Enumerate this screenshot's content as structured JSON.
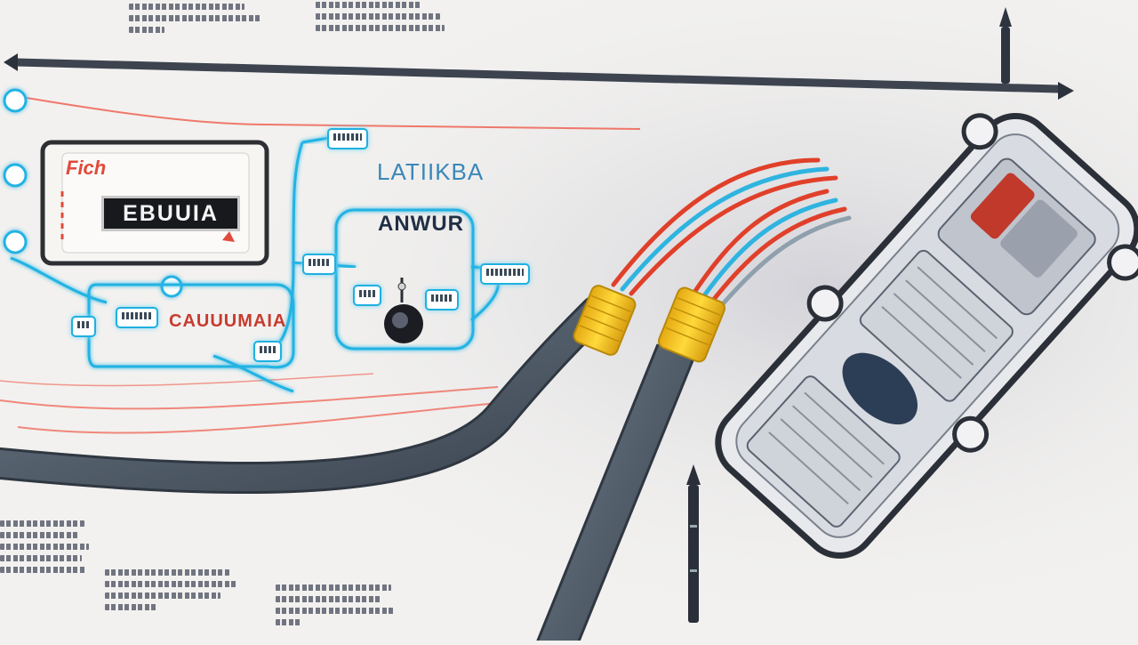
{
  "diagram": {
    "top_label": "LATIIKBA",
    "panel_label": "ANWUR",
    "meter_display": "EBUUIA",
    "meter_header": "Fich",
    "red_label": "CAUUUMAIA"
  },
  "colors": {
    "cable": "#4b5563",
    "connector": "#f2c21b",
    "wire_red": "#e0402a",
    "wire_blue": "#2fb4e0",
    "outline_cyan": "#22b3e3"
  }
}
